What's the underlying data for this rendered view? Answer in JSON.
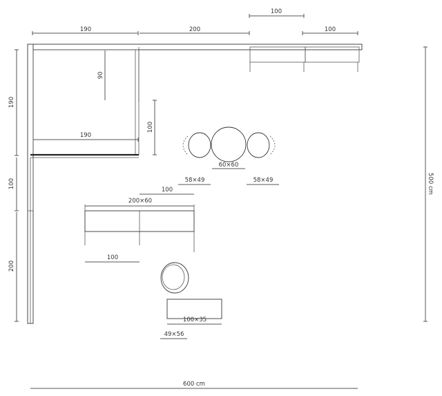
{
  "dimensions": {
    "top_left_190": "190",
    "top_200": "200",
    "top_right_100_upper": "100",
    "top_right_100": "100",
    "left_190": "190",
    "left_100": "100",
    "left_200": "200",
    "inner_90": "90",
    "inner_190": "190",
    "inner_100": "100",
    "table_60x60": "60×60",
    "chair_left_58x49": "58×49",
    "chair_right_58x49": "58×49",
    "bench_100_top": "100",
    "bench_200x60": "200×60",
    "bench_100_bottom": "100",
    "desk_100x35": "100×35",
    "chair_49x56": "49×56",
    "total_width": "600 cm",
    "total_height": "500 cm"
  },
  "colors": {
    "line": "#444444",
    "text": "#333333",
    "background": "#ffffff"
  }
}
